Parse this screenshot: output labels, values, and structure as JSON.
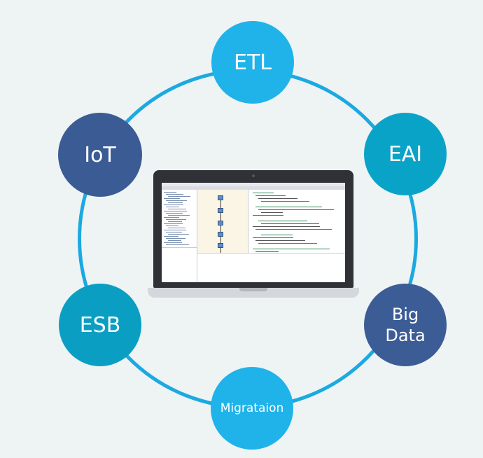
{
  "diagram": {
    "nodes": [
      {
        "id": "etl",
        "label": "ETL",
        "color": "#1fb3ea"
      },
      {
        "id": "eai",
        "label": "EAI",
        "color": "#0aa3c8"
      },
      {
        "id": "iot",
        "label": "IoT",
        "color": "#3b5b94"
      },
      {
        "id": "esb",
        "label": "ESB",
        "color": "#0a9ec2"
      },
      {
        "id": "bigdata",
        "label_line1": "Big",
        "label_line2": "Data",
        "color": "#3c5c96"
      },
      {
        "id": "migration",
        "label": "Migrataion",
        "color": "#1fb3ea"
      }
    ],
    "ring_color": "#1ba9e1",
    "center_icon": "laptop-with-ide-screen-icon"
  }
}
